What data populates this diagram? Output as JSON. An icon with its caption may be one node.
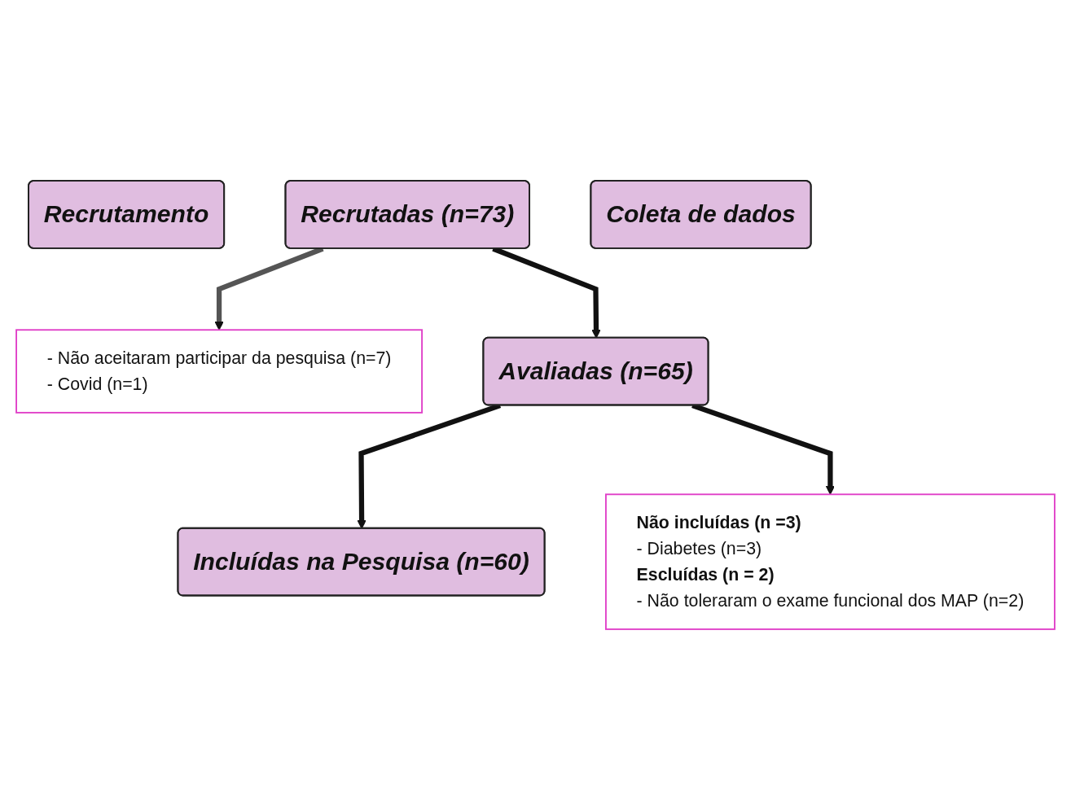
{
  "diagram": {
    "nodes": [
      {
        "text": [
          "Recrutamento"
        ]
      },
      {
        "text": [
          "Recrutadas (n=73)"
        ]
      },
      {
        "text": [
          "- Não aceitaram participar da pesquisa (n=7)",
          "- Covid (n=1)"
        ]
      },
      {
        "text": [
          "Coleta de dados"
        ]
      },
      {
        "text": [
          "Avaliadas (n=65)"
        ]
      },
      {
        "text": [
          "Não incluídas (n =3)",
          "- Diabetes (n=3)",
          "Escluídas (n = 2)",
          "- Não toleraram o exame funcional dos MAP (n=2)"
        ]
      },
      {
        "text": [
          "Incluídas na Pesquisa (n=60)"
        ]
      }
    ],
    "edges": [
      {
        "from": 1,
        "to": 4,
        "arrow": "to"
      },
      {
        "from": 1,
        "to": 2,
        "arrow": "to",
        "color": "#555555"
      },
      {
        "from": 4,
        "to": 6,
        "arrow": "to"
      },
      {
        "from": 4,
        "to": 5,
        "arrow": "to"
      }
    ]
  }
}
